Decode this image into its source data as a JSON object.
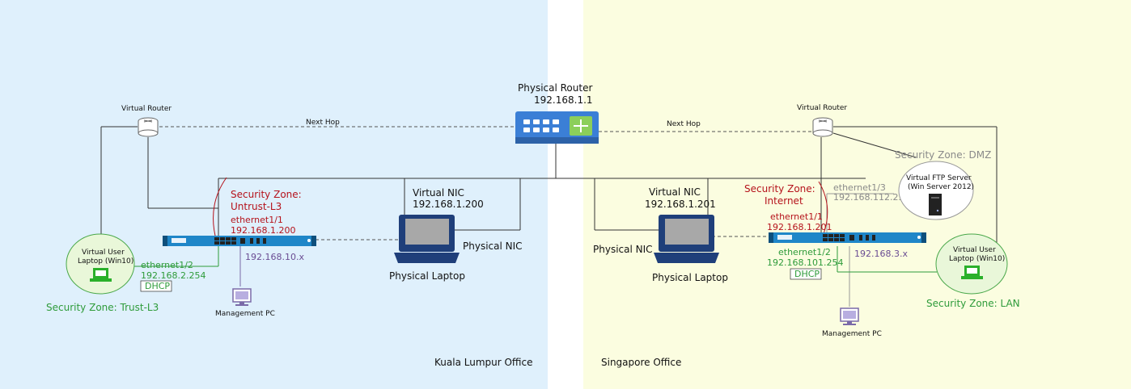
{
  "colors": {
    "kl_zone_bg": "#dff0fc",
    "sg_zone_bg": "#fbfde0",
    "router_blue": "#3b7fd6",
    "firewall_blue": "#1f86c8",
    "security_red": "#b5121b",
    "security_green": "#2e9b3a",
    "zone_grey": "#8a8a8a",
    "client_green_bg": "#e9f7d9"
  },
  "offices": {
    "kl": "Kuala Lumpur Office",
    "sg": "Singapore Office"
  },
  "physical_router": {
    "title": "Physical Router",
    "ip": "192.168.1.1"
  },
  "next_hop_label": "Next Hop",
  "kl": {
    "virtual_router": "Virtual Router",
    "zone_untrust_line1": "Security Zone:",
    "zone_untrust_line2": "Untrust-L3",
    "eth1_1": "ethernet1/1",
    "eth1_1_ip": "192.168.1.200",
    "eth1_2": "ethernet1/2",
    "eth1_2_ip": "192.168.2.254",
    "dhcp": "DHCP",
    "mgmt_net": "192.168.10.x",
    "mgmt_pc": "Management PC",
    "user_laptop_line1": "Virtual User",
    "user_laptop_line2": "Laptop (Win10)",
    "zone_trust": "Security Zone: Trust-L3",
    "virtual_nic": "Virtual NIC",
    "virtual_nic_ip": "192.168.1.200",
    "physical_nic": "Physical NIC",
    "physical_laptop": "Physical Laptop"
  },
  "sg": {
    "virtual_router": "Virtual Router",
    "zone_internet_line1": "Security Zone:",
    "zone_internet_line2": "Internet",
    "eth1_1": "ethernet1/1",
    "eth1_1_ip": "192.168.1.201",
    "eth1_2": "ethernet1/2",
    "eth1_2_ip": "192.168.101.254",
    "eth1_3": "ethernet1/3",
    "eth1_3_ip": "192.168.112.254",
    "dhcp": "DHCP",
    "mgmt_net": "192.168.3.x",
    "mgmt_pc": "Management PC",
    "zone_dmz": "Security Zone: DMZ",
    "ftp_line1": "Virtual FTP Server",
    "ftp_line2": "(Win Server 2012)",
    "user_laptop_line1": "Virtual User",
    "user_laptop_line2": "Laptop (Win10)",
    "zone_lan": "Security Zone: LAN",
    "virtual_nic": "Virtual NIC",
    "virtual_nic_ip": "192.168.1.201",
    "physical_nic": "Physical NIC",
    "physical_laptop": "Physical Laptop"
  },
  "icons": {
    "router": "router-icon",
    "firewall": "firewall-appliance-icon",
    "laptop": "laptop-icon",
    "pc": "desktop-pc-icon",
    "server": "server-tower-icon"
  }
}
